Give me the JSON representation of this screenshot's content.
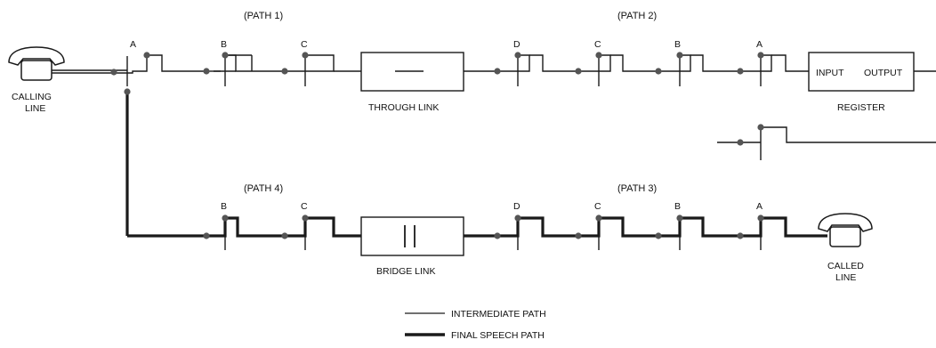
{
  "paths": {
    "path1": "(PATH 1)",
    "path2": "(PATH 2)",
    "path3": "(PATH 3)",
    "path4": "(PATH 4)"
  },
  "stage_labels": {
    "a": "A",
    "b": "B",
    "c": "C",
    "d": "D"
  },
  "calling_line": {
    "line1": "CALLING",
    "line2": "LINE"
  },
  "called_line": {
    "line1": "CALLED",
    "line2": "LINE"
  },
  "through_link": {
    "label": "THROUGH LINK"
  },
  "bridge_link": {
    "label": "BRIDGE LINK"
  },
  "register": {
    "label": "REGISTER",
    "input": "INPUT",
    "output": "OUTPUT"
  },
  "legend": {
    "intermediate": "INTERMEDIATE PATH",
    "final": "FINAL SPEECH PATH"
  }
}
